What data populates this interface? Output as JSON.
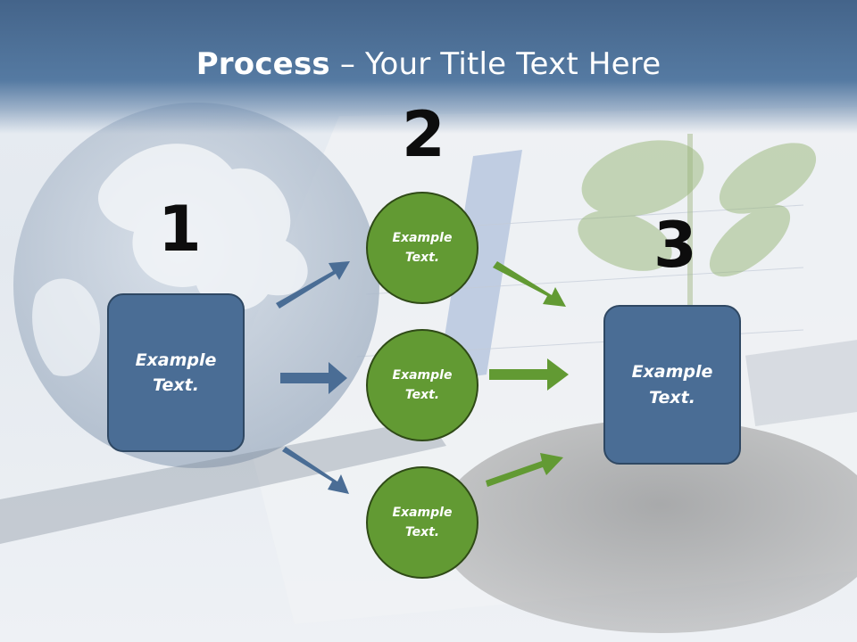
{
  "title": {
    "bold": "Process",
    "rest": " – Your Title Text Here"
  },
  "steps": [
    {
      "number": "1"
    },
    {
      "number": "2"
    },
    {
      "number": "3"
    }
  ],
  "nodes": {
    "start": "Example Text.",
    "top": "Example Text.",
    "middle": "Example Text.",
    "bottom": "Example Text.",
    "end": "Example Text."
  },
  "colors": {
    "header": "#4a6b93",
    "box_fill": "#4a6d95",
    "circle_fill": "#629a33",
    "blue_arrow": "#4a6d95",
    "green_arrow": "#629a33"
  }
}
